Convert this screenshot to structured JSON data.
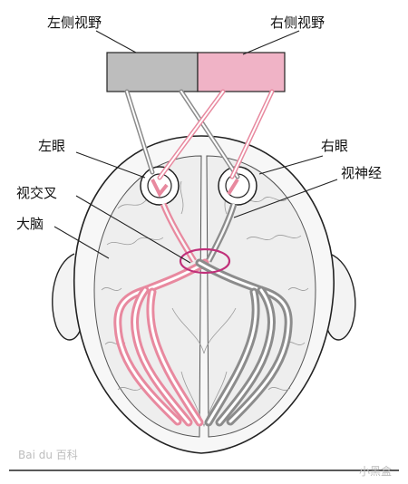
{
  "labels": {
    "left_visual_field": "左侧视野",
    "right_visual_field": "右侧视野",
    "left_eye": "左眼",
    "right_eye": "右眼",
    "optic_nerve": "视神经",
    "optic_chiasm": "视交叉",
    "cerebrum": "大脑"
  },
  "watermark": {
    "left": "Bai du 百科",
    "right": "小黑盒"
  },
  "colors": {
    "left_field": "#bdbdbd",
    "right_field": "#f0b3c6",
    "pink_pathway": "#e8899f",
    "grey_pathway": "#8c8c8c",
    "chiasm_highlight": "#c0307a",
    "brain_fill": "#f0f0f0",
    "outline": "#222222"
  }
}
